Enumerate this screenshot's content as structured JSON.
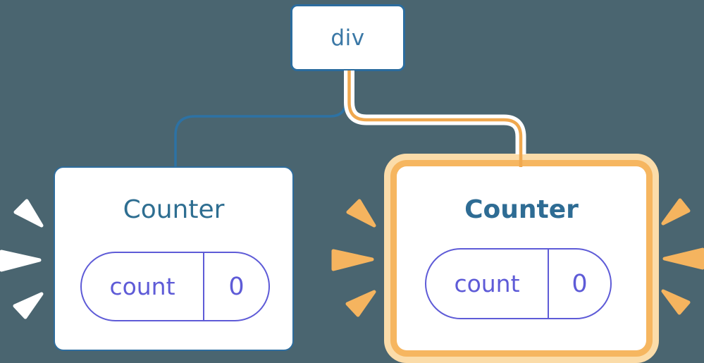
{
  "diagram": {
    "root": {
      "label": "div"
    },
    "counters": [
      {
        "title": "Counter",
        "state_key": "count",
        "state_value": "0",
        "highlighted": false
      },
      {
        "title": "Counter",
        "state_key": "count",
        "state_value": "0",
        "highlighted": true
      }
    ],
    "colors": {
      "background": "#4A6570",
      "card_fill": "#FFFFFF",
      "root_border_blue": "#2B6C9E",
      "left_card_border_blue": "#2F6D9D",
      "blue_connector_line": "#2D72A4",
      "title_teal": "#2E6E91",
      "title_teal_bold": "#2E6C94",
      "root_label_blue": "#3B78A6",
      "state_purple": "#5E5BD7",
      "orange_connector_line": "#F0A84E",
      "orange_glow": "#F6B660",
      "orange_glow_light": "#FBDCA9",
      "orange_spark": "#F5B45F",
      "white_spark": "#FFFFFF"
    }
  }
}
